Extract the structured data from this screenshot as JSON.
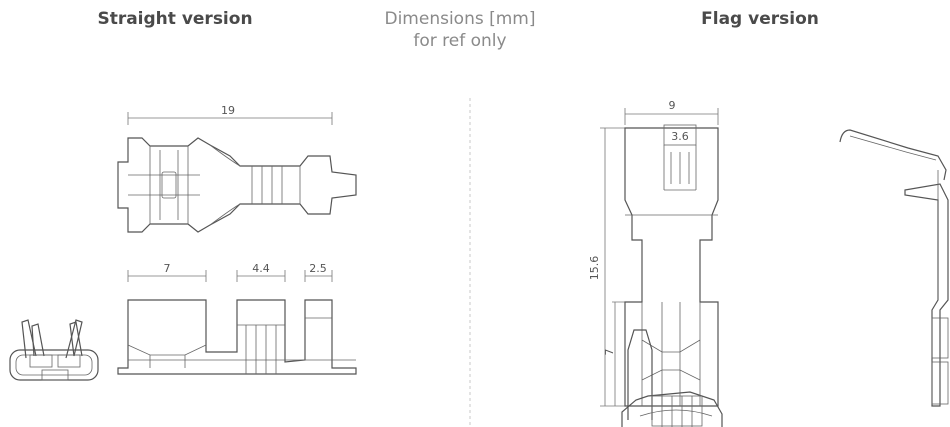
{
  "headers": {
    "straight": "Straight version",
    "dims_line1": "Dimensions [mm]",
    "dims_line2": "for ref only",
    "flag": "Flag version"
  },
  "dimensions": {
    "straight_length": "19",
    "straight_side_a": "7",
    "straight_side_b": "4.4",
    "straight_side_c": "2.5",
    "flag_width": "9",
    "flag_inner": "3.6",
    "flag_height": "15.6",
    "flag_lower": "7"
  }
}
